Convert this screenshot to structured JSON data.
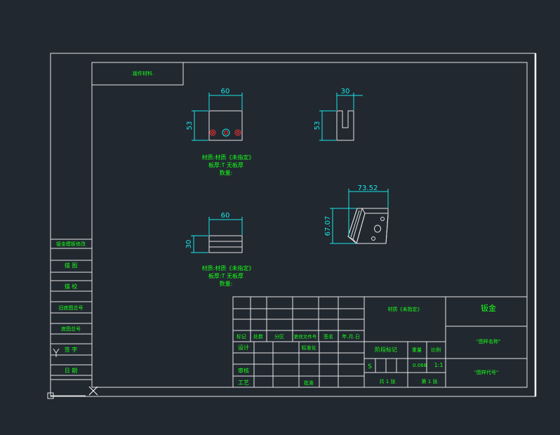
{
  "colors": {
    "background": "#212830",
    "frame": "#e6e6e6",
    "dimension": "#19e6e6",
    "text": "#19ff19",
    "hole_red": "#ff3030"
  },
  "icons": [
    "crosshair-cursor-icon",
    "ucs-icon"
  ],
  "header_box": {
    "label": ".钣件材料."
  },
  "views": {
    "front": {
      "width_dim": "60",
      "height_dim": "53"
    },
    "side": {
      "width_dim": "30",
      "height_dim": "53"
    },
    "bottom": {
      "width_dim": "60",
      "height_dim": "30"
    },
    "iso": {
      "width_dim": "73.52",
      "height_dim": "67.07"
    }
  },
  "notes_1": [
    "材质:材质《未指定》",
    "板厚:T 无板厚",
    "数量:"
  ],
  "notes_2": [
    "材质:材质《未指定》",
    "板厚:T 无板厚",
    "数量:"
  ],
  "left_strip": [
    "钣金模板修改",
    "描 图",
    "描 校",
    "旧底图总号",
    "底图总号",
    "签 字",
    "日 期"
  ],
  "title_block": {
    "row_labels": [
      "标记",
      "处数",
      "分区",
      "更改文件号",
      "签名",
      "年.月.日"
    ],
    "design": "设计",
    "standardize": "标准化",
    "review": "审核",
    "process": "工艺",
    "approve": "批准",
    "material": "材质《未指定》",
    "stage_mark": "阶段标记",
    "weight": "重量",
    "scale": "比例",
    "stage_s": "S",
    "weight_val": "0.068",
    "scale_val": "1:1",
    "sheets_total": "共 1 张",
    "sheet_no": "第 1 张",
    "company": "钣金",
    "drawing_name": "\"图样名称\"",
    "drawing_code": "\"图样代号\""
  }
}
